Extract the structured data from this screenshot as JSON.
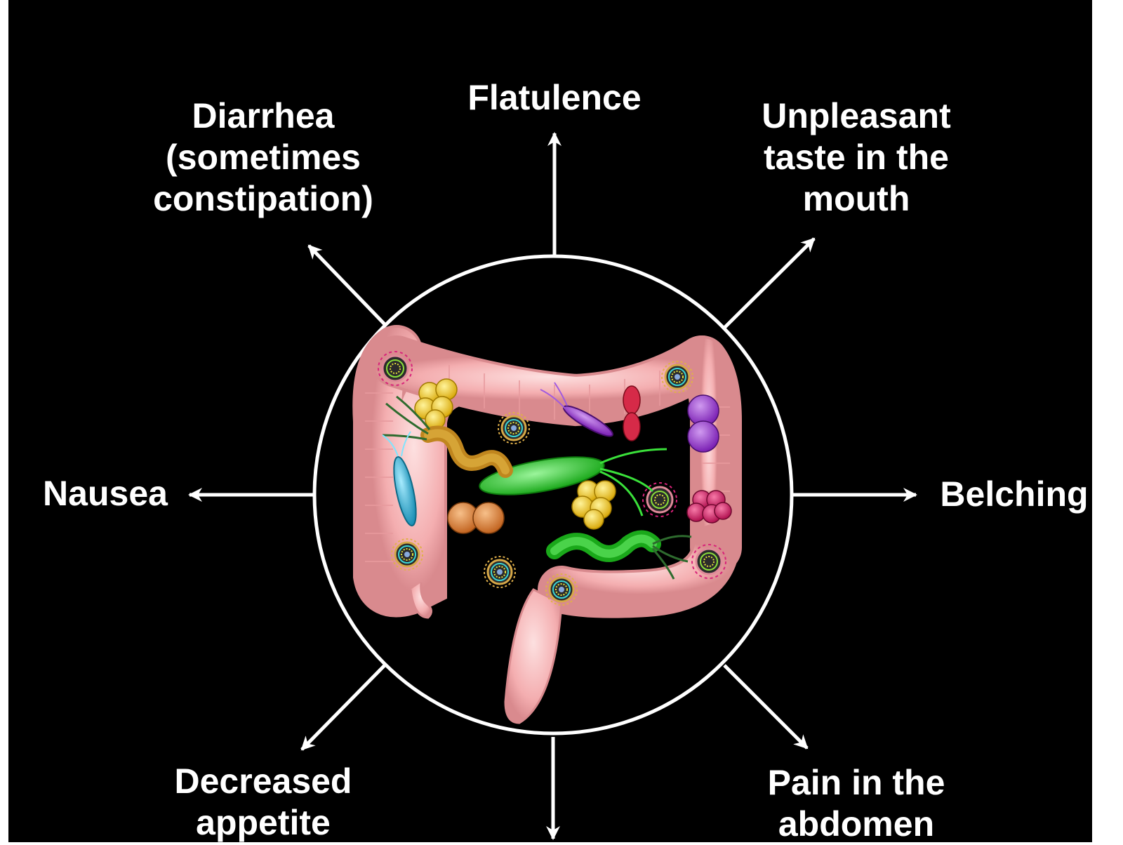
{
  "labels": {
    "flatulence": [
      "Flatulence"
    ],
    "diarrhea": [
      "Diarrhea",
      "(sometimes",
      "constipation)"
    ],
    "taste": [
      "Unpleasant",
      "taste in the",
      "mouth"
    ],
    "nausea": [
      "Nausea"
    ],
    "belching": [
      "Belching"
    ],
    "appetite": [
      "Decreased",
      "appetite"
    ],
    "pain": [
      "Pain in the",
      "abdomen"
    ]
  },
  "colors": {
    "background": "#000000",
    "frame": "#ffffff",
    "arrow": "#ffffff",
    "intestine": "#f4aeb0",
    "intestine_shadow": "#d98a8e",
    "accent_green": "#2fd22f",
    "accent_yellow": "#f2d21c",
    "accent_cyan": "#2fb6d8",
    "accent_purple": "#8a2bd6",
    "accent_magenta": "#d81a6a",
    "accent_orange": "#e5883a"
  },
  "icons": [
    "large-intestine-icon",
    "bacteria-icon",
    "virus-icon",
    "coccus-cluster-icon"
  ]
}
